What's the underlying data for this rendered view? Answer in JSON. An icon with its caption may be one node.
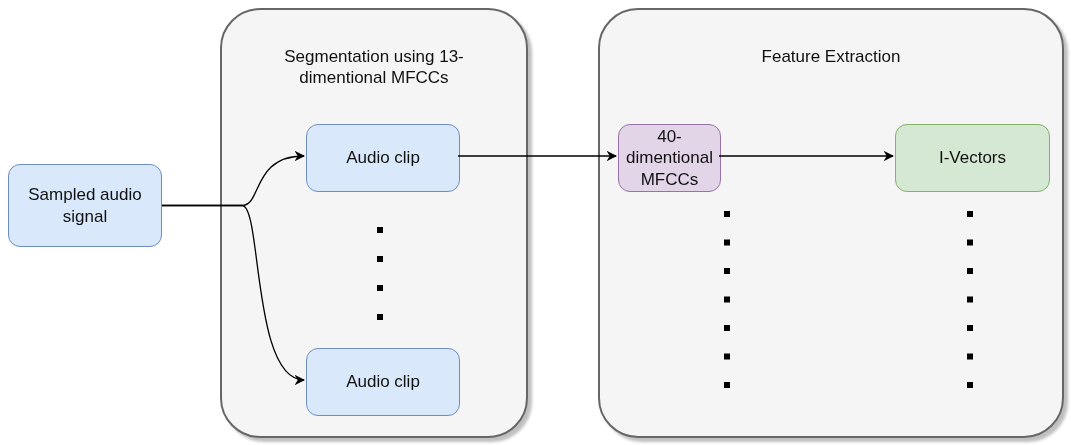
{
  "diagram": {
    "nodes": [
      {
        "text": [
          "Sampled audio signal"
        ]
      },
      {
        "text": [
          "Segmentation using 13-dimentional MFCCs"
        ]
      },
      {
        "text": [
          "Audio clip"
        ],
        "in": 1
      },
      {
        "text": [
          "Audio clip"
        ],
        "in": 1
      },
      {
        "text": [
          "Feature Extraction"
        ]
      },
      {
        "text": [
          "40-dimentional MFCCs"
        ],
        "in": 4
      },
      {
        "text": [
          "I-Vectors"
        ],
        "in": 4
      }
    ],
    "edges": [
      {
        "from": 0,
        "to": 2,
        "arrow": "to"
      },
      {
        "from": 0,
        "to": 3,
        "arrow": "to"
      },
      {
        "from": 2,
        "to": 5,
        "arrow": "to"
      },
      {
        "from": 5,
        "to": 6,
        "arrow": "to"
      }
    ]
  }
}
